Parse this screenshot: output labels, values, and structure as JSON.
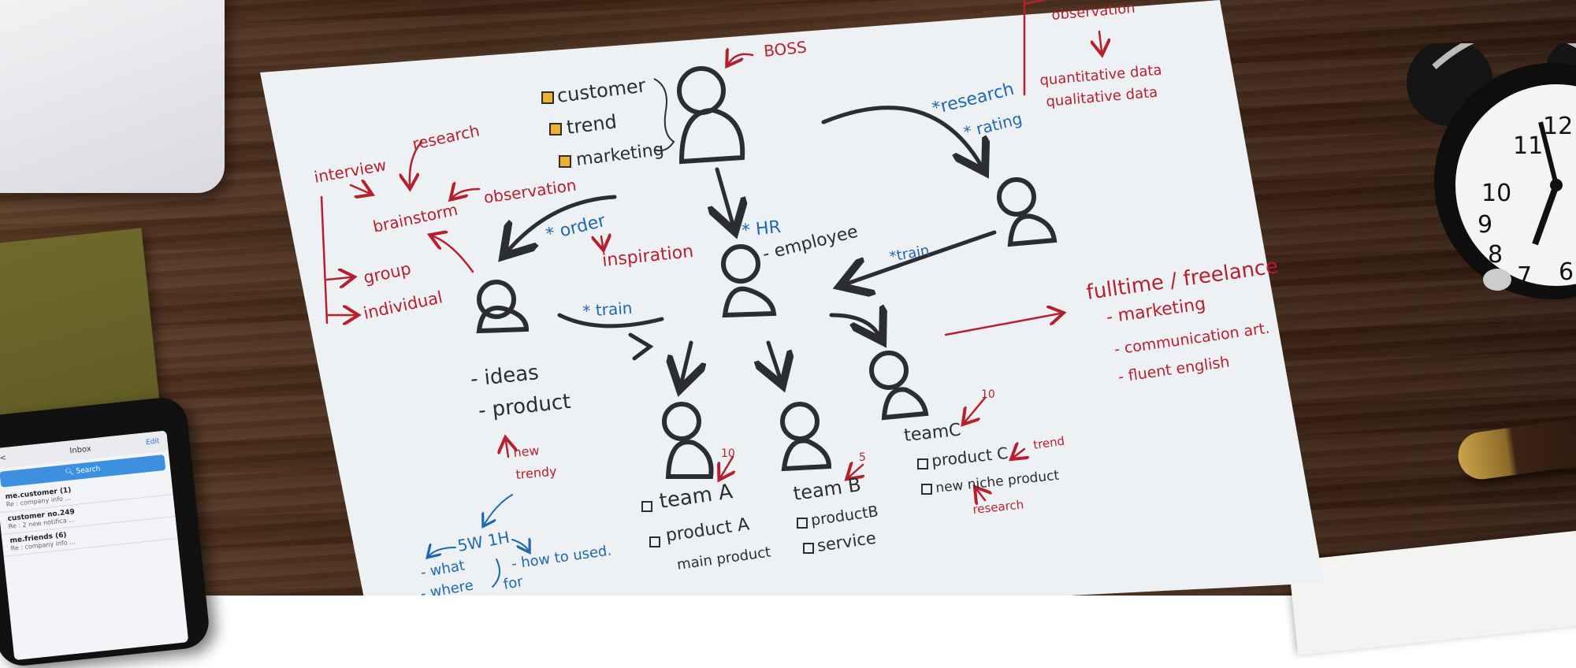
{
  "scene": {
    "description_colors": {
      "paper": "#eef1f4",
      "ink_dark": "#2b2d31",
      "ink_red": "#b81f2e",
      "ink_blue": "#1f67b0",
      "wood": "#4a2c19"
    }
  },
  "phone": {
    "title": "Inbox",
    "edit": "Edit",
    "search": "Search",
    "back": "<",
    "mails": [
      {
        "from": "me.customer (1)",
        "subject": "Re : company info ..."
      },
      {
        "from": "customer no.249",
        "subject": "Re : 2 new notifica ..."
      },
      {
        "from": "me.friends (6)",
        "subject": "Re : company info ..."
      }
    ]
  },
  "clock": {
    "numbers": [
      "10",
      "11",
      "12",
      "9",
      "8",
      "7",
      "6"
    ]
  },
  "sketch": {
    "boss": "BOSS",
    "boss_tasks": [
      "customer",
      "trend",
      "marketing"
    ],
    "research_group": {
      "interview": "interview",
      "research": "research",
      "observation": "observation",
      "brainstorm": "brainstorm",
      "group": "group",
      "individual": "individual"
    },
    "order": "* order",
    "inspiration": "inspiration",
    "hr": "* HR",
    "employee": "- employee",
    "research_rating": [
      "*research",
      "* rating"
    ],
    "top_right": [
      "observation",
      "quantitative data",
      "qualitative data"
    ],
    "train_left": "* train",
    "train_right": "*train",
    "ideas": "- ideas",
    "product": "- product",
    "new_trendy": [
      "new",
      "trendy"
    ],
    "five_w": "5W 1H",
    "what": "- what",
    "where": "- where",
    "for": "for",
    "how_to": "- how to used.",
    "team_a": "team A",
    "team_a_num": "10",
    "product_a": "product A",
    "main_product": "main product",
    "team_b": "team B",
    "team_b_num": "5",
    "product_b": "productB",
    "service": "service",
    "team_c": "teamC",
    "team_c_num": "10",
    "product_c": "product C",
    "niche": "new niche product",
    "trend": "trend",
    "research_small": "research",
    "fulltime": "fulltime / freelance",
    "skills": [
      "- marketing",
      "- communication art.",
      "- fluent english"
    ]
  }
}
